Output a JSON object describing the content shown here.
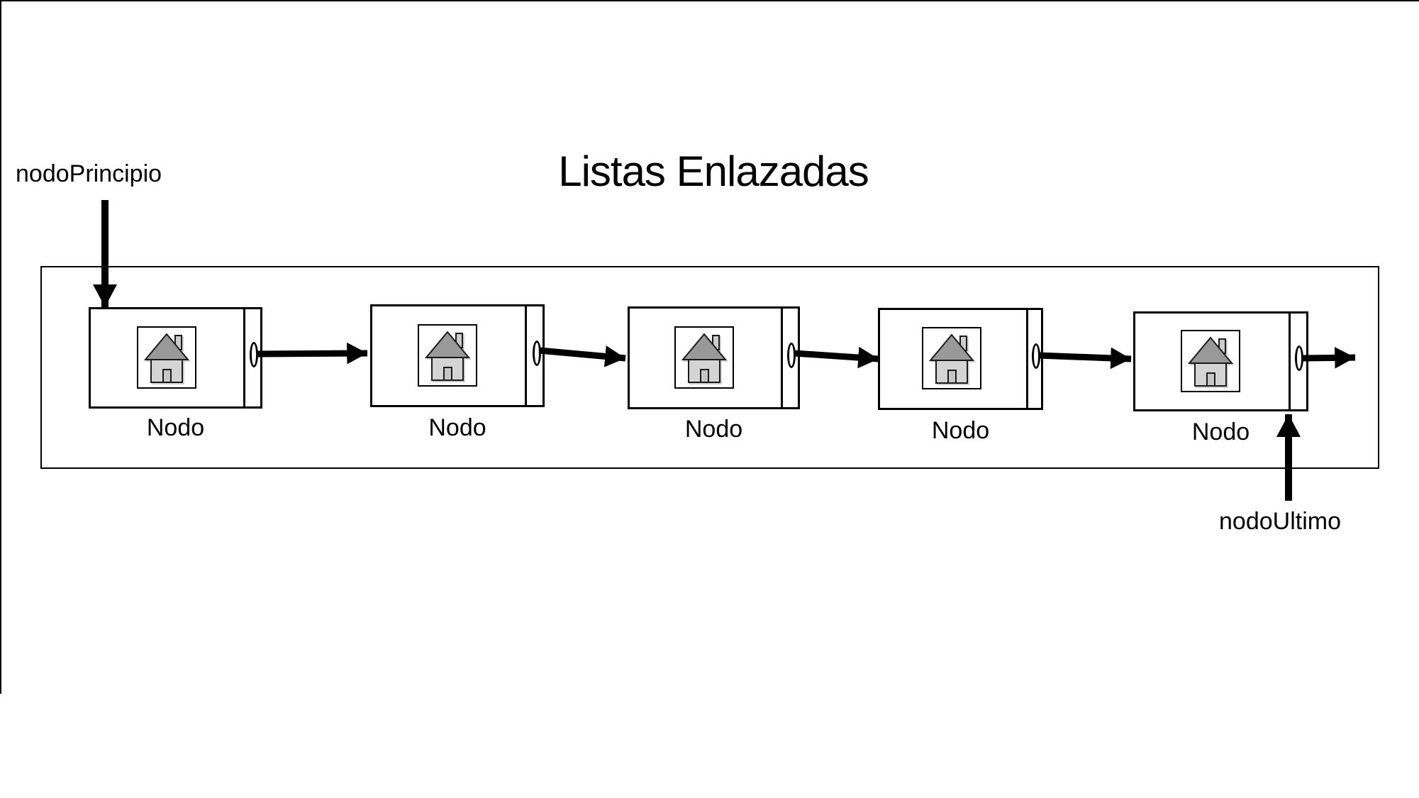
{
  "title": "Listas Enlazadas",
  "pointers": {
    "head_label": "nodoPrincipio",
    "tail_label": "nodoUltimo"
  },
  "list": {
    "node_count": 5,
    "nodes": [
      {
        "label": "Nodo",
        "icon": "house-icon"
      },
      {
        "label": "Nodo",
        "icon": "house-icon"
      },
      {
        "label": "Nodo",
        "icon": "house-icon"
      },
      {
        "label": "Nodo",
        "icon": "house-icon"
      },
      {
        "label": "Nodo",
        "icon": "house-icon"
      }
    ]
  },
  "colors": {
    "canvas_background": "#ffffff",
    "outline": "#000000",
    "house_roof": "#999999",
    "house_wall": "#d4d4d4",
    "house_door": "#c6c6c6",
    "house_chimney": "#cccccc",
    "house_outline": "#1a1a1a"
  }
}
